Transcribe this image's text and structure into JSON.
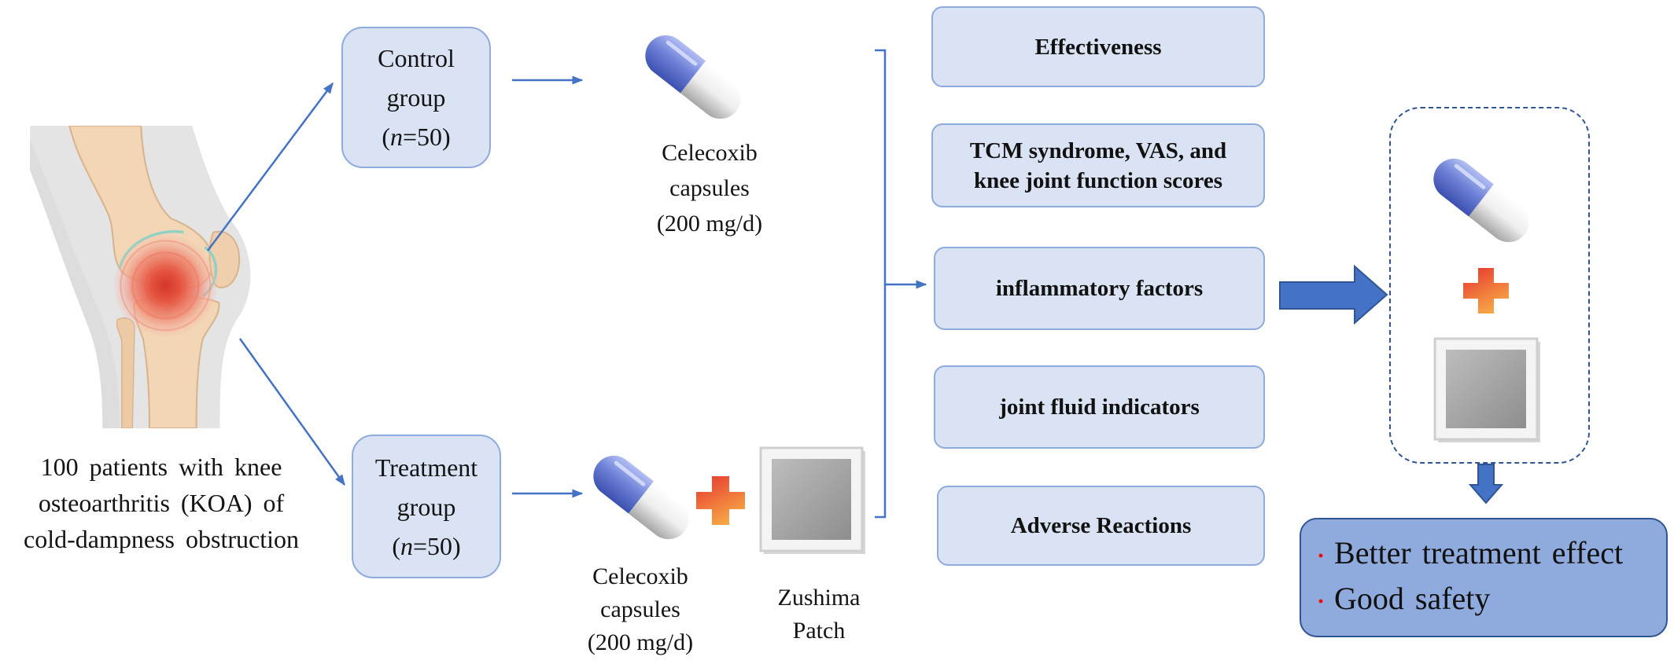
{
  "patients": {
    "lines": [
      "100 patients with knee",
      "osteoarthritis (KOA) of",
      "cold-dampness obstruction"
    ]
  },
  "groups": {
    "control": {
      "line1": "Control",
      "line2": "group",
      "count_open": "(",
      "count_var": "n",
      "count_rest": "=50)"
    },
    "treatment": {
      "line1": "Treatment",
      "line2": "group",
      "count_open": "(",
      "count_var": "n",
      "count_rest": "=50)"
    }
  },
  "drugs": {
    "control_label": [
      "Celecoxib",
      "capsules",
      "(200 mg/d)"
    ],
    "treatment_label": [
      "Celecoxib",
      "capsules",
      "(200 mg/d)"
    ],
    "patch_label": [
      "Zushima",
      "Patch"
    ]
  },
  "outcomes": [
    {
      "lines": [
        "Effectiveness"
      ]
    },
    {
      "lines": [
        "TCM syndrome, VAS, and",
        "knee joint function scores"
      ]
    },
    {
      "lines": [
        "inflammatory factors"
      ]
    },
    {
      "lines": [
        "joint fluid indicators"
      ]
    },
    {
      "lines": [
        "Adverse Reactions"
      ]
    }
  ],
  "conclusion": {
    "bullet": "·",
    "items": [
      "Better treatment effect",
      "Good safety"
    ]
  },
  "icons": {
    "knee": "knee-illustration",
    "capsule": "capsule-icon",
    "plus": "plus-icon",
    "patch": "patch-icon",
    "arrow": "arrow-icon"
  },
  "colors": {
    "box_fill": "#dae3f3",
    "box_border": "#8faadc",
    "arrow": "#4472c4",
    "conclusion_fill": "#8faadc",
    "conclusion_border": "#2f5597",
    "bullet": "#ff0000"
  }
}
